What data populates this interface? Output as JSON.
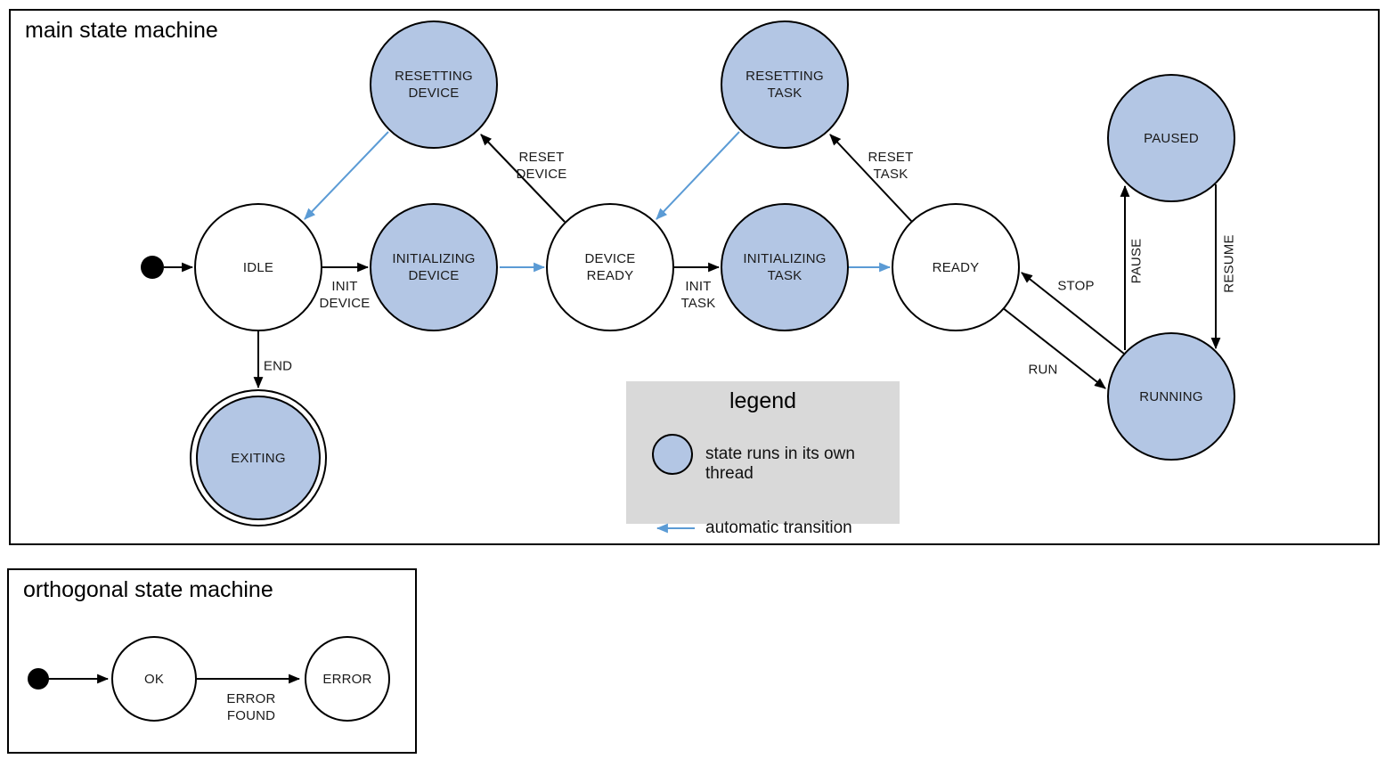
{
  "palette": {
    "threaded_fill": "#b3c6e4",
    "auto_arrow": "#5b9bd5",
    "legend_bg": "#d9d9d9",
    "line": "#000000"
  },
  "main_machine": {
    "title": "main state machine",
    "states": [
      {
        "name": "IDLE",
        "lines": [
          "IDLE"
        ],
        "threaded": false,
        "final": false
      },
      {
        "name": "RESETTING DEVICE",
        "lines": [
          "RESETTING",
          "DEVICE"
        ],
        "threaded": true,
        "final": false
      },
      {
        "name": "INITIALIZING DEVICE",
        "lines": [
          "INITIALIZING",
          "DEVICE"
        ],
        "threaded": true,
        "final": false
      },
      {
        "name": "DEVICE READY",
        "lines": [
          "DEVICE",
          "READY"
        ],
        "threaded": false,
        "final": false
      },
      {
        "name": "RESETTING TASK",
        "lines": [
          "RESETTING",
          "TASK"
        ],
        "threaded": true,
        "final": false
      },
      {
        "name": "INITIALIZING TASK",
        "lines": [
          "INITIALIZING",
          "TASK"
        ],
        "threaded": true,
        "final": false
      },
      {
        "name": "READY",
        "lines": [
          "READY"
        ],
        "threaded": false,
        "final": false
      },
      {
        "name": "PAUSED",
        "lines": [
          "PAUSED"
        ],
        "threaded": true,
        "final": false
      },
      {
        "name": "RUNNING",
        "lines": [
          "RUNNING"
        ],
        "threaded": true,
        "final": false
      },
      {
        "name": "EXITING",
        "lines": [
          "EXITING"
        ],
        "threaded": true,
        "final": true
      }
    ],
    "transitions": [
      {
        "from": "initial",
        "to": "IDLE",
        "lines": [],
        "automatic": false
      },
      {
        "from": "IDLE",
        "to": "INITIALIZING DEVICE",
        "lines": [
          "INIT",
          "DEVICE"
        ],
        "automatic": false
      },
      {
        "from": "INITIALIZING DEVICE",
        "to": "DEVICE READY",
        "lines": [],
        "automatic": true
      },
      {
        "from": "DEVICE READY",
        "to": "RESETTING DEVICE",
        "lines": [
          "RESET",
          "DEVICE"
        ],
        "automatic": false
      },
      {
        "from": "RESETTING DEVICE",
        "to": "IDLE",
        "lines": [],
        "automatic": true
      },
      {
        "from": "DEVICE READY",
        "to": "INITIALIZING TASK",
        "lines": [
          "INIT",
          "TASK"
        ],
        "automatic": false
      },
      {
        "from": "INITIALIZING TASK",
        "to": "READY",
        "lines": [],
        "automatic": true
      },
      {
        "from": "READY",
        "to": "RESETTING TASK",
        "lines": [
          "RESET",
          "TASK"
        ],
        "automatic": false
      },
      {
        "from": "RESETTING TASK",
        "to": "DEVICE READY",
        "lines": [],
        "automatic": true
      },
      {
        "from": "READY",
        "to": "RUNNING",
        "lines": [
          "RUN"
        ],
        "automatic": false
      },
      {
        "from": "RUNNING",
        "to": "READY",
        "lines": [
          "STOP"
        ],
        "automatic": false
      },
      {
        "from": "RUNNING",
        "to": "PAUSED",
        "lines": [
          "PAUSE"
        ],
        "automatic": false
      },
      {
        "from": "PAUSED",
        "to": "RUNNING",
        "lines": [
          "RESUME"
        ],
        "automatic": false
      },
      {
        "from": "IDLE",
        "to": "EXITING",
        "lines": [
          "END"
        ],
        "automatic": false
      }
    ]
  },
  "legend": {
    "title": "legend",
    "items": [
      {
        "swatch": "threaded-state-circle",
        "label": "state runs in its own thread"
      },
      {
        "swatch": "automatic-transition-arrow",
        "label": "automatic transition"
      }
    ]
  },
  "orthogonal_machine": {
    "title": "orthogonal state machine",
    "states": [
      {
        "name": "OK",
        "lines": [
          "OK"
        ],
        "threaded": false,
        "final": false
      },
      {
        "name": "ERROR",
        "lines": [
          "ERROR"
        ],
        "threaded": false,
        "final": false
      }
    ],
    "transitions": [
      {
        "from": "initial",
        "to": "OK",
        "lines": [],
        "automatic": false
      },
      {
        "from": "OK",
        "to": "ERROR",
        "lines": [
          "ERROR",
          "FOUND"
        ],
        "automatic": false
      }
    ]
  }
}
